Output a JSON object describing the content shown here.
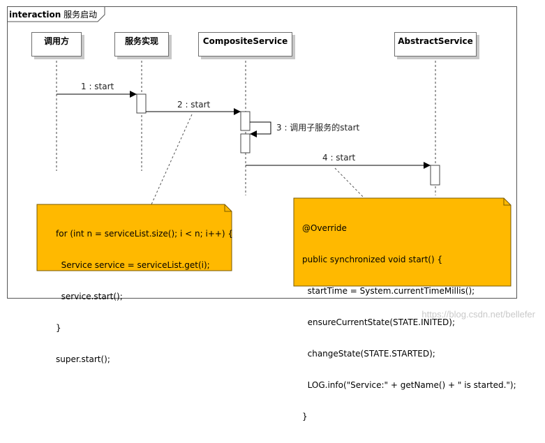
{
  "frame": {
    "keyword": "interaction",
    "name": "服务启动"
  },
  "lifelines": [
    {
      "id": "caller",
      "label": "调用方"
    },
    {
      "id": "impl",
      "label": "服务实现"
    },
    {
      "id": "composite",
      "label": "CompositeService"
    },
    {
      "id": "abstract",
      "label": "AbstractService"
    }
  ],
  "messages": [
    {
      "seq": "1",
      "label": "1 : start"
    },
    {
      "seq": "2",
      "label": "2 : start"
    },
    {
      "seq": "3",
      "label": "3 : 调用子服务的start"
    },
    {
      "seq": "4",
      "label": "4 : start"
    }
  ],
  "notes": [
    {
      "id": "composite-note",
      "lines": [
        "for (int n = serviceList.size(); i < n; i++) {",
        "  Service service = serviceList.get(i);",
        "  service.start();",
        "}",
        "super.start();"
      ]
    },
    {
      "id": "abstract-note",
      "lines": [
        "@Override",
        "public synchronized void start() {",
        "  startTime = System.currentTimeMillis();",
        "  ensureCurrentState(STATE.INITED);",
        "  changeState(STATE.STARTED);",
        "  LOG.info(\"Service:\" + getName() + \" is started.\");",
        "}"
      ]
    }
  ],
  "colors": {
    "note_fill": "#ffb900",
    "note_border": "#7a5a00"
  },
  "watermark": "https://blog.csdn.net/bellefer"
}
